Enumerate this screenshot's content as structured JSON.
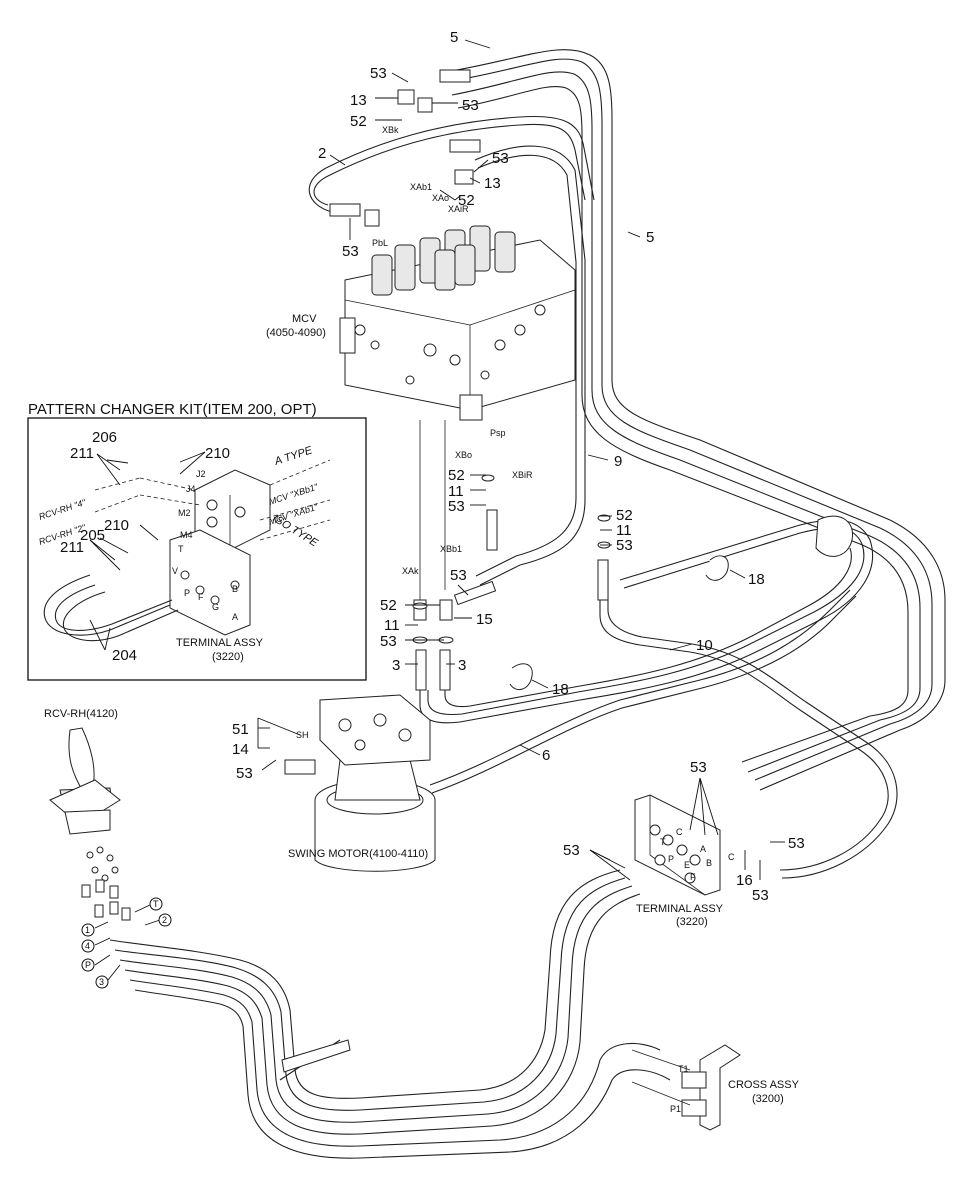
{
  "kit": {
    "title": "PATTERN CHANGER KIT(ITEM 200, OPT)",
    "a_type": "A TYPE",
    "iso_type": "ISO TYPE",
    "mcv_xbb1": "MCV \"XBb1\"",
    "mcv_xab1": "MCV \"XAb1\"",
    "rcv4": "RCV-RH \"4\"",
    "rcv2": "RCV-RH \"2\"",
    "j2": "J2",
    "j4": "J4",
    "m2": "M2",
    "m4": "M4",
    "terminal": "TERMINAL ASSY",
    "terminal_code": "(3220)",
    "callouts": [
      "206",
      "211",
      "210",
      "210",
      "211",
      "205",
      "204"
    ],
    "block_ports": [
      "T",
      "V",
      "P",
      "F",
      "G",
      "B",
      "A"
    ]
  },
  "components": {
    "mcv": "MCV",
    "mcv_code": "(4050-4090)",
    "swing": "SWING MOTOR(4100-4110)",
    "rcv": "RCV-RH(4120)",
    "terminal": "TERMINAL ASSY",
    "terminal_code": "(3220)",
    "cross": "CROSS ASSY",
    "cross_code": "(3200)",
    "t1": "T1",
    "p1": "P1",
    "sh": "SH"
  },
  "ports": {
    "xbk": "XBk",
    "xab1": "XAb1",
    "xao": "XAo",
    "xair": "XAiR",
    "pbl": "PbL",
    "psp": "Psp",
    "xbo": "XBo",
    "xbir": "XBiR",
    "xbb1": "XBb1",
    "xak": "XAk"
  },
  "callouts": {
    "c5a": "5",
    "c53a": "53",
    "c13a": "13",
    "c53b": "53",
    "c52a": "52",
    "c2": "2",
    "c53c": "53",
    "c13b": "13",
    "c52b": "52",
    "c53d": "53",
    "c5b": "5",
    "c9": "9",
    "c52c": "52",
    "c11a": "11",
    "c53e": "53",
    "c52d": "52",
    "c11b": "11",
    "c53f": "53",
    "c18a": "18",
    "c53g": "53",
    "c52e": "52",
    "c15": "15",
    "c11c": "11",
    "c53h": "53",
    "c10": "10",
    "c3a": "3",
    "c3b": "3",
    "c18b": "18",
    "c51": "51",
    "c14": "14",
    "c53i": "53",
    "c6": "6",
    "c53j": "53",
    "c53k": "53",
    "c53l": "53",
    "c16": "16",
    "c53m": "53"
  },
  "rcv_ports": {
    "p1": "1",
    "p4": "4",
    "pP": "P",
    "p3": "3",
    "pT": "T",
    "p2": "2"
  },
  "terminal_ports": [
    "T",
    "P",
    "C",
    "E",
    "F",
    "A",
    "B",
    "C"
  ]
}
